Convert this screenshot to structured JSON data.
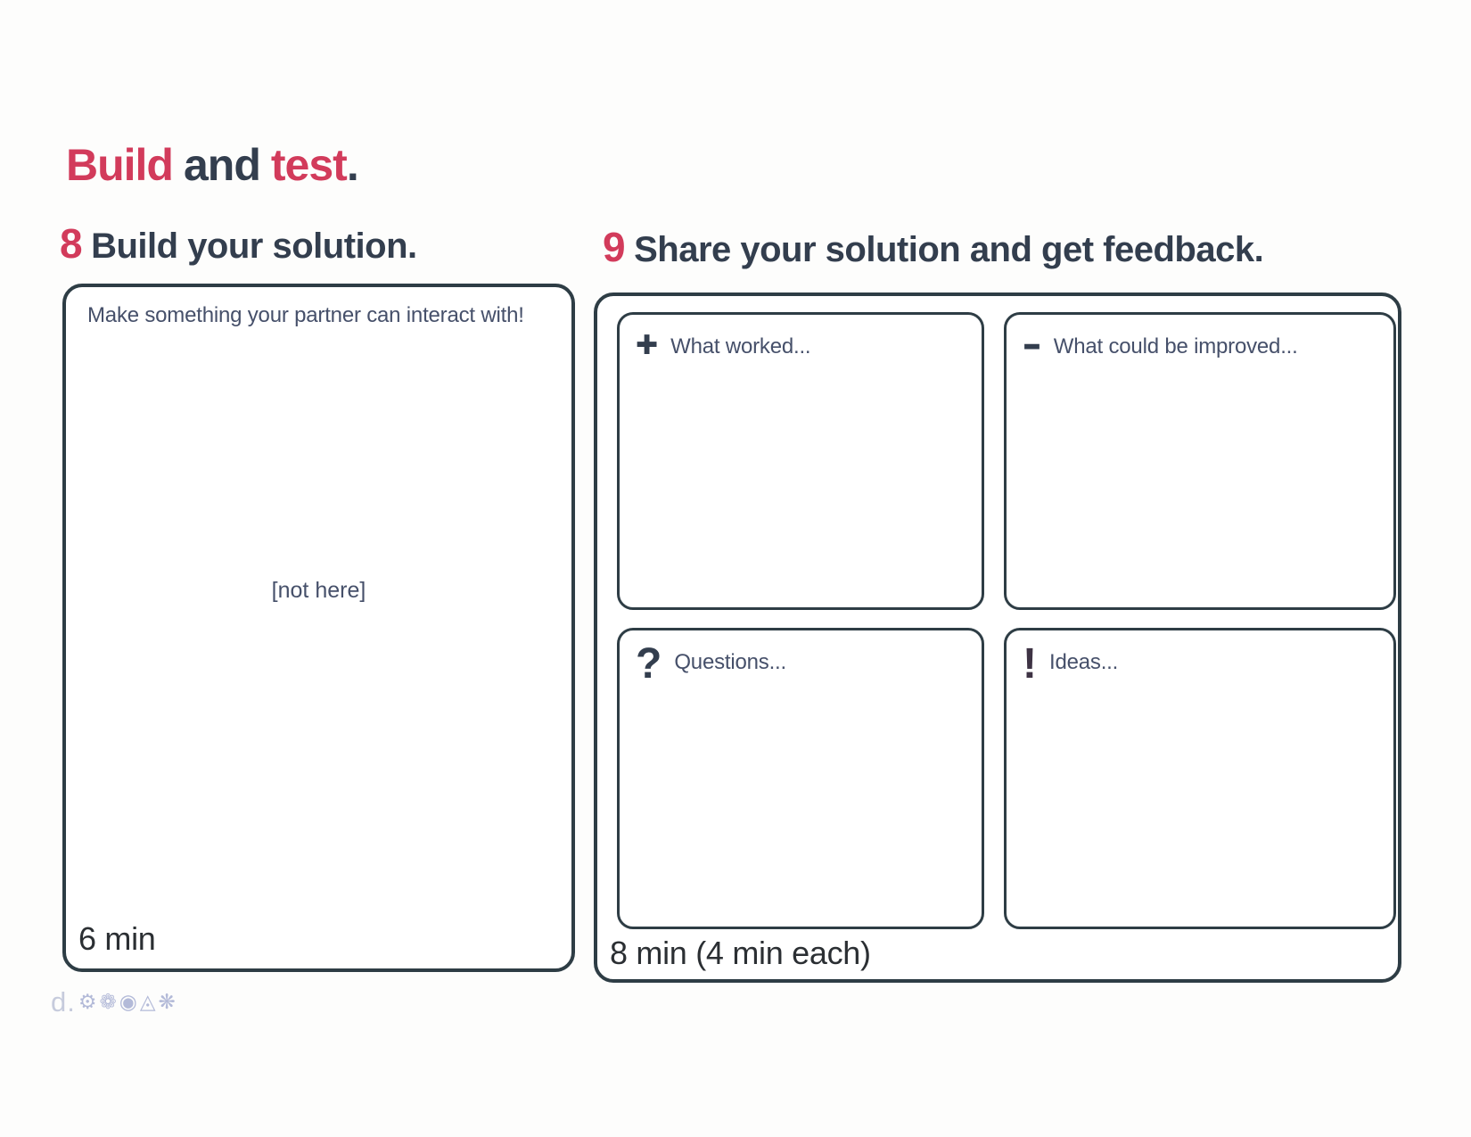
{
  "title": {
    "build": "Build",
    "and": "and",
    "test": "test",
    "period": "."
  },
  "section8": {
    "number": "8",
    "heading": "Build your solution.",
    "box": {
      "hint": "Make something your partner can interact with!",
      "note": "[not here]",
      "duration": "6 min"
    }
  },
  "section9": {
    "number": "9",
    "heading": "Share your solution and get feedback.",
    "duration": "8 min (4 min each)",
    "boxes": [
      {
        "icon": "plus-icon",
        "glyph": "✚",
        "label": "What worked..."
      },
      {
        "icon": "minus-icon",
        "glyph": "▬",
        "label": "What could be improved..."
      },
      {
        "icon": "question-icon",
        "glyph": "?",
        "label": "Questions..."
      },
      {
        "icon": "exclamation-icon",
        "glyph": "!",
        "label": "Ideas..."
      }
    ]
  },
  "footer": {
    "logo_text": "d.",
    "logo_icons": [
      {
        "name": "gear-icon",
        "glyph": "⚙"
      },
      {
        "name": "flower-icon",
        "glyph": "❁"
      },
      {
        "name": "ring-icon",
        "glyph": "◉"
      },
      {
        "name": "triangle-badge-icon",
        "glyph": "◬"
      },
      {
        "name": "snowflake-icon",
        "glyph": "❋"
      }
    ]
  },
  "colors": {
    "accent_red": "#d23b5b",
    "ink_navy": "#333e4e",
    "border_slate": "#2e3d45",
    "logo_lavender": "#b3bad8"
  }
}
